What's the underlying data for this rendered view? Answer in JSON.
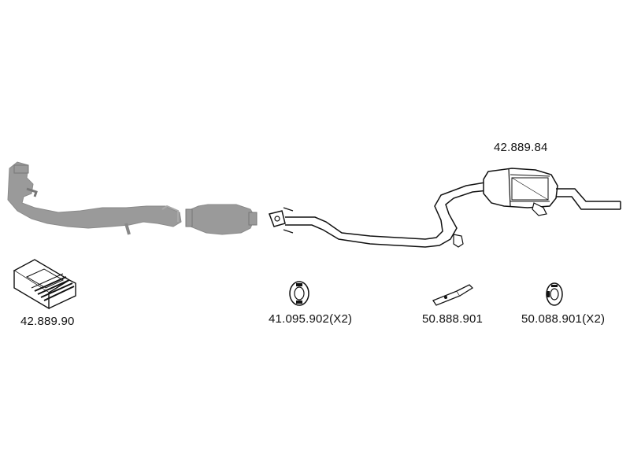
{
  "diagram": {
    "parts": [
      {
        "id": "front-pipe",
        "label": "",
        "style": "greyed"
      },
      {
        "id": "catalytic-converter",
        "label": "",
        "style": "greyed"
      },
      {
        "id": "rear-muffler-assembly",
        "label": "42.889.84",
        "style": "line-art"
      },
      {
        "id": "mounting-kit",
        "label": "42.889.90",
        "style": "line-art"
      },
      {
        "id": "rubber-hanger",
        "label": "41.095.902(X2)",
        "style": "line-art"
      },
      {
        "id": "mounting-bracket",
        "label": "50.888.901",
        "style": "line-art"
      },
      {
        "id": "rubber-mount",
        "label": "50.088.901(X2)",
        "style": "line-art"
      }
    ],
    "colors": {
      "greyed_fill": "#9a9a9a",
      "line": "#111111",
      "background": "#ffffff"
    }
  }
}
